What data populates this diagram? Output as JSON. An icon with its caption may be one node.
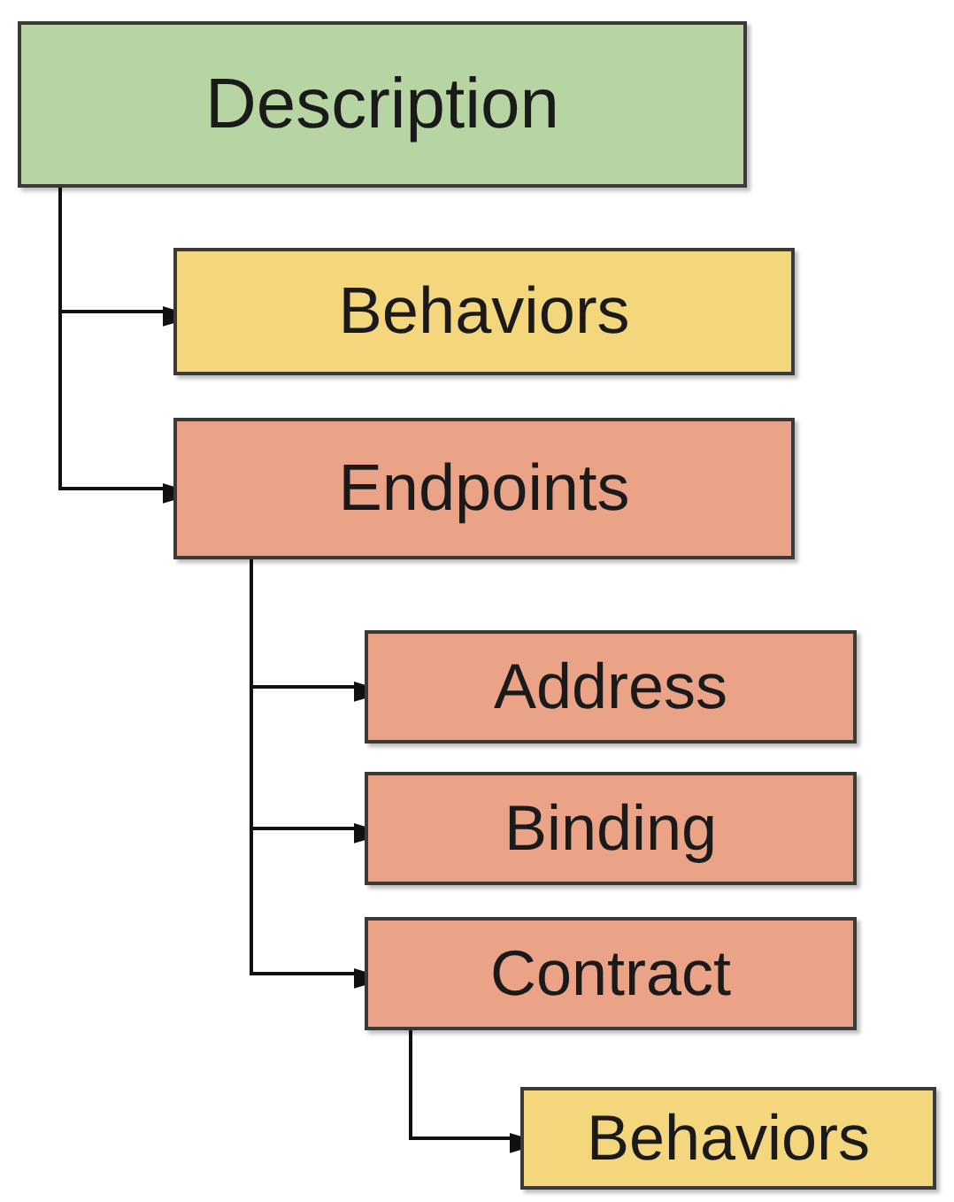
{
  "diagram": {
    "nodes": [
      {
        "text": [
          "Description"
        ]
      },
      {
        "text": [
          "Behaviors"
        ]
      },
      {
        "text": [
          "Endpoints"
        ]
      },
      {
        "text": [
          "Address"
        ]
      },
      {
        "text": [
          "Binding"
        ]
      },
      {
        "text": [
          "Contract"
        ]
      },
      {
        "text": [
          "Behaviors"
        ]
      }
    ],
    "edges": [
      {
        "from": 0,
        "to": 1,
        "arrow": "to"
      },
      {
        "from": 0,
        "to": 2,
        "arrow": "to"
      },
      {
        "from": 2,
        "to": 3,
        "arrow": "to"
      },
      {
        "from": 2,
        "to": 4,
        "arrow": "to"
      },
      {
        "from": 2,
        "to": 5,
        "arrow": "to"
      },
      {
        "from": 5,
        "to": 6,
        "arrow": "to"
      }
    ]
  }
}
